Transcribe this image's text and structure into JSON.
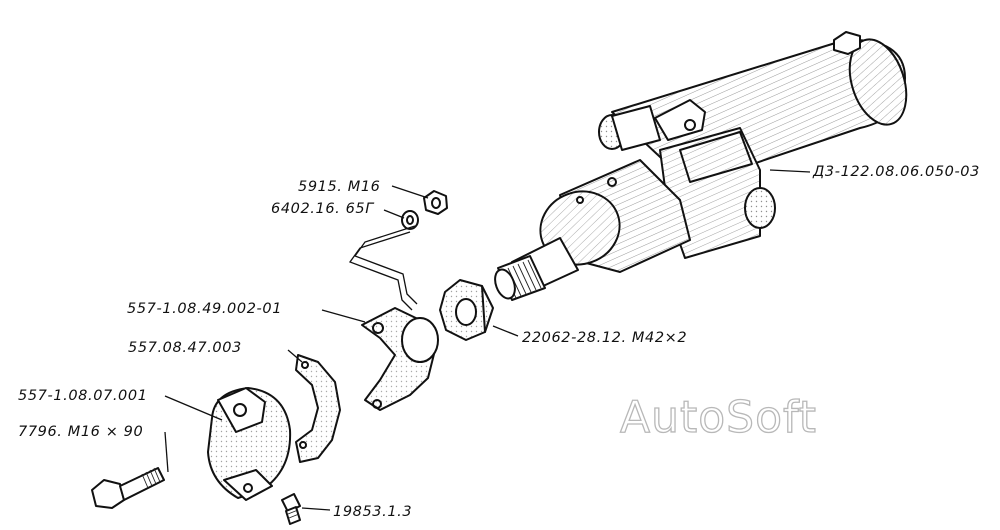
{
  "labels": {
    "cylinder": "Д3-122.08.06.050-03",
    "nut_m16": "5915. M16",
    "washer": "6402.16. 65Г",
    "bracket": "557-1.08.49.002-01",
    "big_nut": "22062-28.12. M42×2",
    "lock_plate": "557.08.47.003",
    "cap": "557-1.08.07.001",
    "bolt": "7796. M16 × 90",
    "grease_fitting": "19853.1.3"
  },
  "watermark": "AutoSoft"
}
